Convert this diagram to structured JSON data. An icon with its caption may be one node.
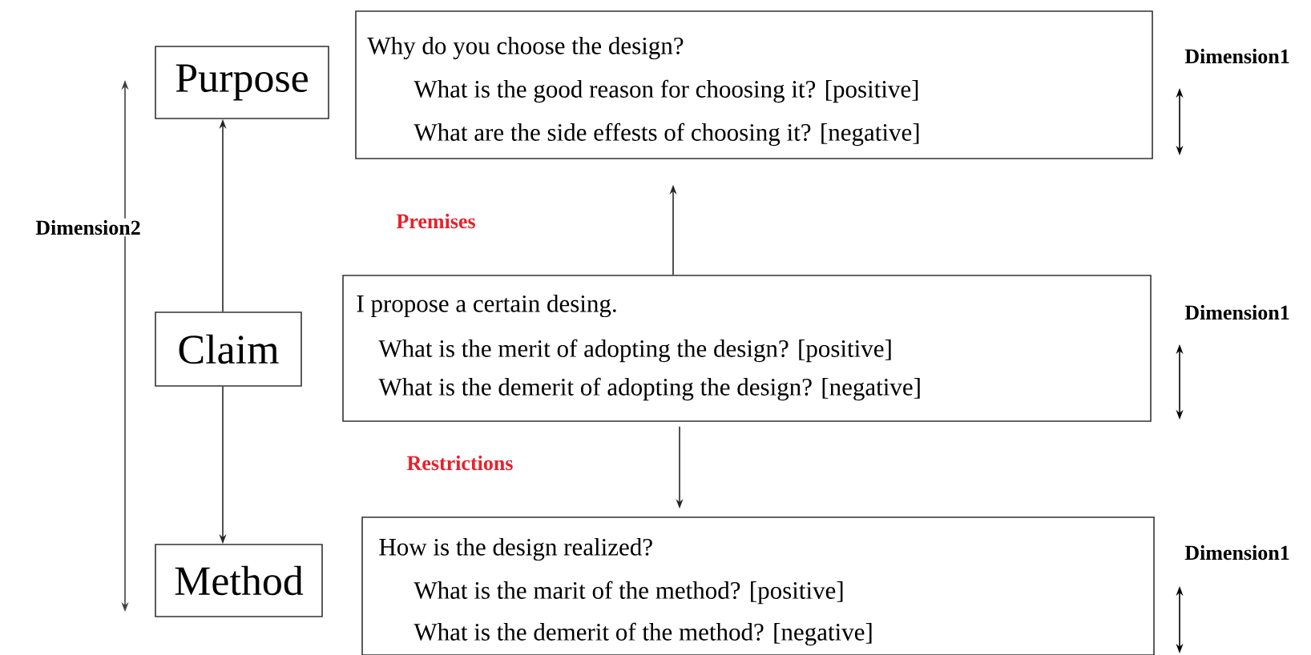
{
  "diagram": {
    "nodes": [
      {
        "text": [
          "Purpose"
        ]
      },
      {
        "text": [
          "Why do you choose the design?",
          "What is the good reason for choosing it? [positive]",
          "What are the side effests of choosing it? [negative]"
        ]
      },
      {
        "text": [
          "Claim"
        ]
      },
      {
        "text": [
          "I propose a certain desing.",
          "What is the merit of adopting the design? [positive]",
          "What is the demerit of adopting the design? [negative]"
        ]
      },
      {
        "text": [
          "Method"
        ]
      },
      {
        "text": [
          "How is the design realized?",
          "What is the marit of the method? [positive]",
          "What is the demerit of the method? [negative]"
        ]
      }
    ],
    "edges": [
      {
        "from": 2,
        "to": 0,
        "arrow": "to"
      },
      {
        "from": 2,
        "to": 4,
        "arrow": "to"
      },
      {
        "from": 3,
        "to": 1,
        "arrow": "to"
      },
      {
        "from": 3,
        "to": 5,
        "arrow": "to"
      }
    ],
    "labels": [
      "Dimension1",
      "Dimension2",
      "Premises",
      "Dimension1",
      "Restrictions",
      "Dimension1"
    ]
  }
}
